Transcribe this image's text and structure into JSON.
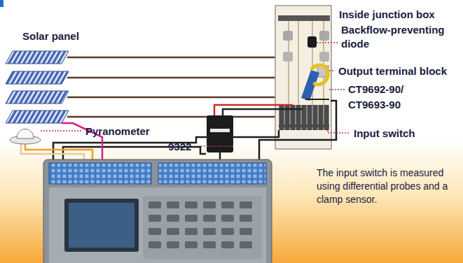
{
  "diagram": {
    "labels": [
      "Solar panel",
      "Inside junction box",
      "Backflow-preventing diode",
      "Output terminal block",
      "CT9692-90/ CT9693-90",
      "Pyranometer",
      "Input switch",
      "9322",
      "The input switch is measured using differential probes and a clamp sensor."
    ]
  }
}
